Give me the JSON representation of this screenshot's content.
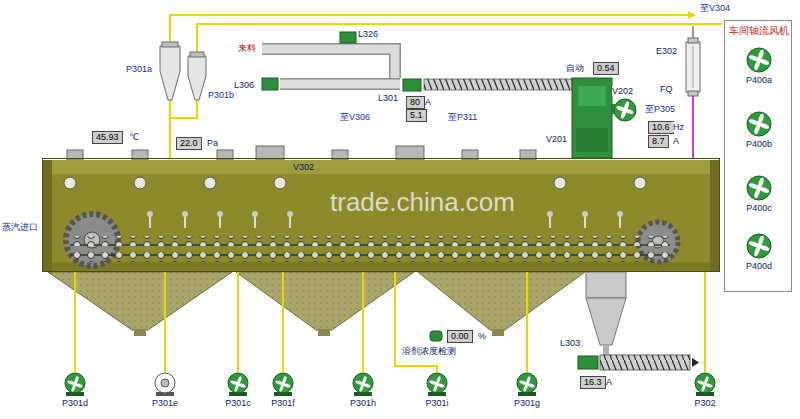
{
  "diagram": {
    "nodes": [
      {
        "text": [
          "V302"
        ]
      },
      {
        "text": [
          "P301a"
        ]
      },
      {
        "text": [
          "P301b"
        ]
      },
      {
        "text": [
          "45.93"
        ]
      },
      {
        "text": [
          "22.0"
        ]
      },
      {
        "text": [
          "80"
        ]
      },
      {
        "text": [
          "5.1"
        ]
      },
      {
        "text": [
          "0.54"
        ]
      },
      {
        "text": [
          "10.6"
        ]
      },
      {
        "text": [
          "8.7"
        ]
      },
      {
        "text": [
          "E302"
        ]
      },
      {
        "text": [
          "V201"
        ]
      },
      {
        "text": [
          "车间轴流风机"
        ]
      },
      {
        "text": [
          "P400a"
        ],
        "in": 12
      },
      {
        "text": [
          "P400b"
        ],
        "in": 12
      },
      {
        "text": [
          "P400c"
        ],
        "in": 12
      },
      {
        "text": [
          "P400d"
        ],
        "in": 12
      },
      {
        "text": [
          "0.00"
        ]
      },
      {
        "text": [
          "16.3"
        ]
      },
      {
        "text": [
          "P301d"
        ]
      },
      {
        "text": [
          "P301e"
        ]
      },
      {
        "text": [
          "P301c"
        ]
      },
      {
        "text": [
          "P301f"
        ]
      },
      {
        "text": [
          "P301h"
        ]
      },
      {
        "text": [
          "P301i"
        ]
      },
      {
        "text": [
          "P301g"
        ]
      },
      {
        "text": [
          "P302"
        ]
      }
    ],
    "edges": [
      {
        "from": 19,
        "to": 0,
        "arrow": "none"
      },
      {
        "from": 20,
        "to": 0,
        "arrow": "none"
      },
      {
        "from": 21,
        "to": 0,
        "arrow": "none"
      },
      {
        "from": 22,
        "to": 0,
        "arrow": "none"
      },
      {
        "from": 23,
        "to": 0,
        "arrow": "none"
      },
      {
        "from": 24,
        "to": 0,
        "arrow": "none"
      },
      {
        "from": 25,
        "to": 0,
        "arrow": "none"
      },
      {
        "from": 26,
        "to": 0,
        "arrow": "none"
      },
      {
        "from": 1,
        "to": 0,
        "arrow": "none"
      },
      {
        "from": 2,
        "to": 0,
        "arrow": "none"
      }
    ],
    "labels": [
      "至V304",
      "来料",
      "L326",
      "L306",
      "L301",
      "A",
      "至V306",
      "至P311",
      "自动",
      "V202",
      "Hz",
      "A",
      "FQ",
      "至P305",
      "℃",
      "Pa",
      "蒸汽进口",
      "trade.china.com",
      "溶剂浓度检测",
      "%",
      "L303",
      "A"
    ]
  }
}
